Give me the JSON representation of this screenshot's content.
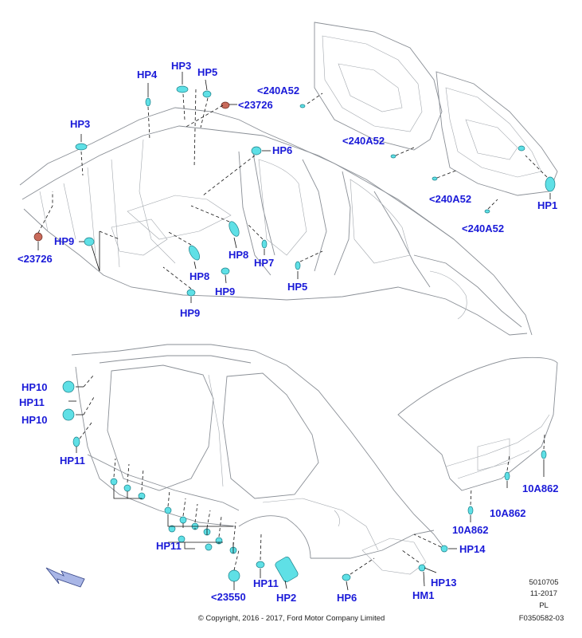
{
  "labels": {
    "hp4": "HP4",
    "hp3_top": "HP3",
    "hp5_top": "HP5",
    "c240a52_1": "<240A52",
    "c23726_top": "<23726",
    "hp3_left": "HP3",
    "hp6_top": "HP6",
    "c240a52_2": "<240A52",
    "c240a52_3": "<240A52",
    "hp1": "HP1",
    "c240a52_4": "<240A52",
    "hp9_left": "HP9",
    "c23726_left": "<23726",
    "hp8_a": "HP8",
    "hp7": "HP7",
    "hp8_b": "HP8",
    "hp9_mid": "HP9",
    "hp5_mid": "HP5",
    "hp9_low": "HP9",
    "hp10_a": "HP10",
    "hp11_a": "HP11",
    "hp10_b": "HP10",
    "hp11_b": "HP11",
    "hp11_c": "HP11",
    "hp11_d": "HP11",
    "c23550": "<23550",
    "hp2": "HP2",
    "hp6_low": "HP6",
    "hm1": "HM1",
    "hp13": "HP13",
    "hp14": "HP14",
    "c10a862_1": "10A862",
    "c10a862_2": "10A862",
    "c10a862_3": "10A862"
  },
  "footer": {
    "part_number": "5010705",
    "date": "11-2017",
    "language": "PL",
    "copyright": "© Copyright, 2016 - 2017, Ford Motor Company Limited",
    "figure_id": "F0350582-03"
  },
  "colors": {
    "label": "#1a1ad8",
    "plug": "#5fe0e6",
    "sealer": "#c96a5a",
    "arrow": "#a9b6e6"
  },
  "icons": {
    "view_direction": "view-direction-arrow-icon"
  }
}
